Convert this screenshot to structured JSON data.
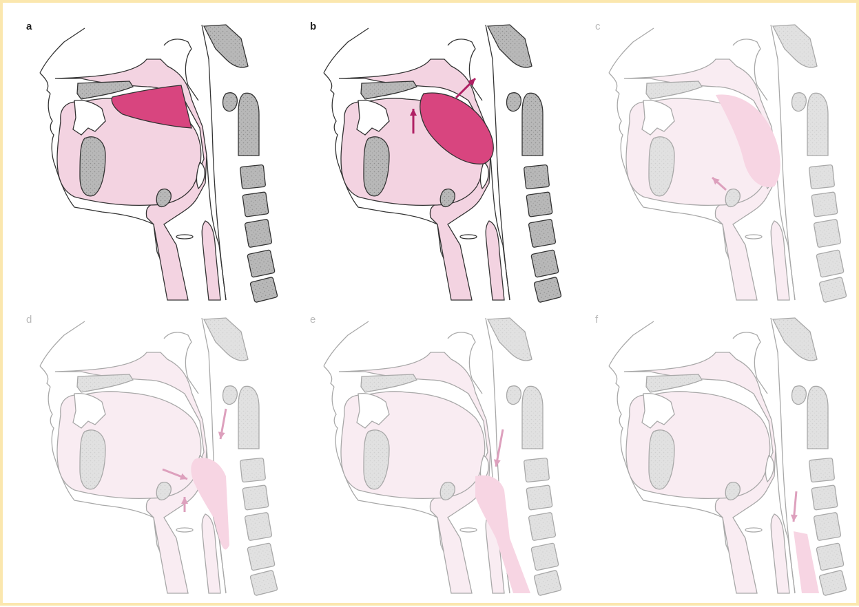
{
  "figure": {
    "panels": [
      {
        "label": "a",
        "state": "active"
      },
      {
        "label": "b",
        "state": "active"
      },
      {
        "label": "c",
        "state": "faded"
      },
      {
        "label": "d",
        "state": "faded"
      },
      {
        "label": "e",
        "state": "faded"
      },
      {
        "label": "f",
        "state": "faded"
      }
    ]
  },
  "colors": {
    "frame_border": "#fbe7ae",
    "tissue": "#f3d3e1",
    "bolus": "#d8457f",
    "bolus_light": "#ee9cbe",
    "arrow": "#b02064",
    "bone": "#b8b8b8",
    "outline": "#333333"
  }
}
